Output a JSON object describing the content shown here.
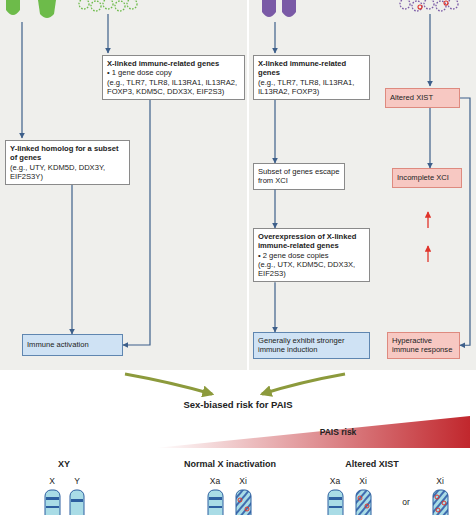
{
  "diagram": {
    "nodes": [
      {
        "text": [
          "X-linked immune-related genes",
          "• 1 gene dose copy",
          "(e.g., TLR7, TLR8, IL13RA1, IL13RA2, FOXP3, KDM5C, DDX3X, EIF2S3)"
        ]
      },
      {
        "text": [
          "Y-linked homolog for a subset of genes",
          "(e.g., UTY, KDM5D, DDX3Y, EIF2S3Y)"
        ]
      },
      {
        "text": [
          "Immune activation"
        ]
      },
      {
        "text": [
          "X-linked immune-related genes",
          "(e.g., TLR7, TLR8, IL13RA1, IL13RA2, FOXP3)"
        ]
      },
      {
        "text": [
          "Subset of genes escape from XCI"
        ]
      },
      {
        "text": [
          "Overexpression of X-linked immune-related genes",
          "• 2 gene dose copies",
          "(e.g., UTX, KDM5C, DDX3X, EIF2S3)"
        ]
      },
      {
        "text": [
          "Generally exhibit stronger immune induction"
        ]
      },
      {
        "text": [
          "Altered XIST"
        ]
      },
      {
        "text": [
          "Incomplete XCI"
        ]
      },
      {
        "text": [
          "Hyperactive immune response"
        ]
      }
    ],
    "edges": [
      {
        "from": 0,
        "to": 2,
        "arrow": "to"
      },
      {
        "from": 1,
        "to": 2,
        "arrow": "to"
      },
      {
        "from": 3,
        "to": 4,
        "arrow": "to"
      },
      {
        "from": 4,
        "to": 5,
        "arrow": "to"
      },
      {
        "from": 5,
        "to": 6,
        "arrow": "to"
      },
      {
        "from": 7,
        "to": 8,
        "arrow": "to"
      },
      {
        "from": 7,
        "to": 9,
        "arrow": "to"
      }
    ],
    "labels": [
      "Sex-biased risk for PAIS",
      "PAIS risk",
      "XY",
      "X",
      "Y",
      "Normal X inactivation",
      "Xa",
      "Xi",
      "Altered XIST",
      "Xa",
      "Xi",
      "or",
      "Xi"
    ]
  }
}
